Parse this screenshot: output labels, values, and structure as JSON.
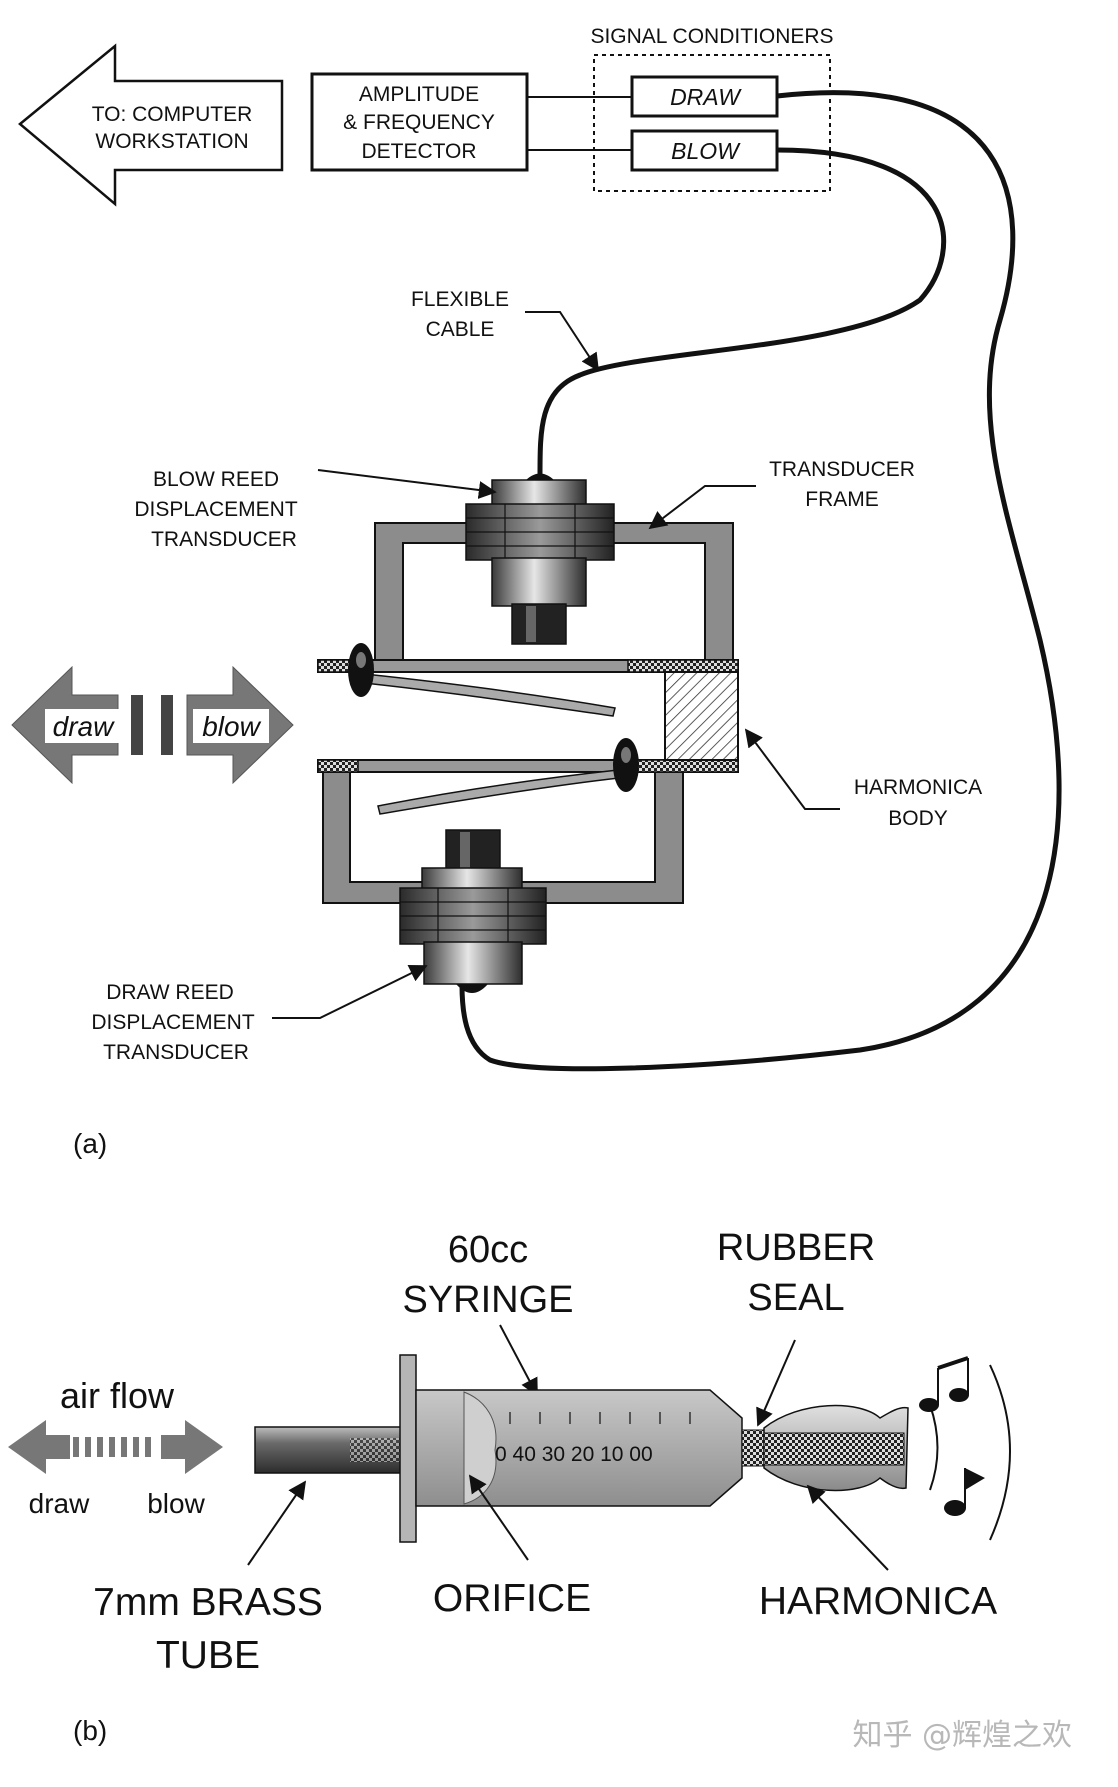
{
  "panel_a": {
    "caption": "(a)",
    "computer_arrow": [
      "TO: COMPUTER",
      "WORKSTATION"
    ],
    "detector": [
      "AMPLITUDE",
      "& FREQUENCY",
      "DETECTOR"
    ],
    "signal_conditioners": "SIGNAL CONDITIONERS",
    "draw_channel": "DRAW",
    "blow_channel": "BLOW",
    "flexible_cable": [
      "FLEXIBLE",
      "CABLE"
    ],
    "blow_transducer": [
      "BLOW REED",
      "DISPLACEMENT",
      "TRANSDUCER"
    ],
    "transducer_frame": [
      "TRANSDUCER",
      "FRAME"
    ],
    "harmonica_body": [
      "HARMONICA",
      "BODY"
    ],
    "draw_transducer": [
      "DRAW REED",
      "DISPLACEMENT",
      "TRANSDUCER"
    ],
    "direction_draw": "draw",
    "direction_blow": "blow"
  },
  "panel_b": {
    "caption": "(b)",
    "syringe": [
      "60cc",
      "SYRINGE"
    ],
    "rubber_seal": [
      "RUBBER",
      "SEAL"
    ],
    "air_flow": "air flow",
    "draw": "draw",
    "blow": "blow",
    "scale": "0 40 30 20 10 00",
    "brass_tube": [
      "7mm BRASS",
      "TUBE"
    ],
    "orifice": "ORIFICE",
    "harmonica": "HARMONICA"
  },
  "watermark": "知乎 @辉煌之欢",
  "colors": {
    "ink": "#111111",
    "frame_fill": "#8c8c8c",
    "metal_light": "#e6e6e6",
    "metal_dark": "#3a3a3a",
    "arrow_gray": "#777777",
    "syringe_fill": "#a9a9a9"
  }
}
